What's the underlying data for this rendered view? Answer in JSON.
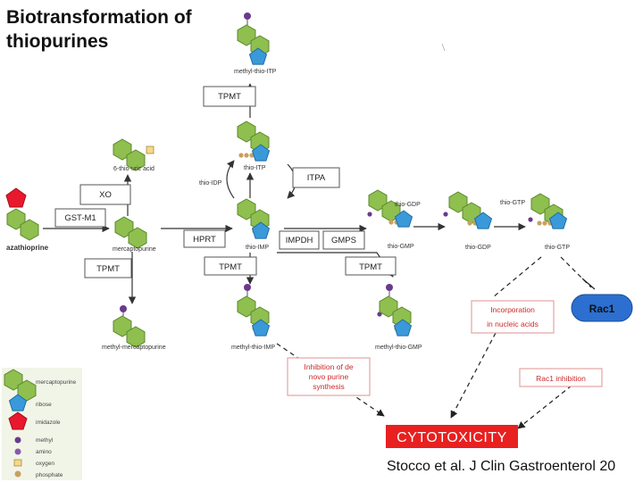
{
  "title": {
    "line1": "Biotransformation of",
    "line2": "thiopurines"
  },
  "citation": "Stocco et al. J Clin Gastroenterol 20",
  "molecules": {
    "methyl_thio_itp": "methyl-thio-ITP",
    "thio_itp": "thio-ITP",
    "thio_idp": "thio-IDP",
    "six_thio_uric_acid": "6-thio-uric acid",
    "azathioprine": "azathioprine",
    "mercaptopurine": "mercaptopurine",
    "thio_imp": "thio-IMP",
    "thio_gmp": "thio-GMP",
    "thio_gdp_top": "thio-GDP",
    "thio_gdp_bottom": "thio-GDP",
    "thio_gtp_top": "thio-GTP",
    "thio_gtp_bottom": "thio-GTP",
    "methyl_mercaptopurine": "methyl-mercaptopurine",
    "methyl_thio_imp": "methyl-thio-IMP",
    "methyl_thio_gmp": "methyl-thio-GMP"
  },
  "enzymes": {
    "tpmt_top": "TPMT",
    "itpa": "ITPA",
    "xo": "XO",
    "gst_m1": "GST-M1",
    "hprt": "HPRT",
    "impdh": "IMPDH",
    "gmps": "GMPS",
    "tpmt_left": "TPMT",
    "tpmt_mid": "TPMT",
    "tpmt_right": "TPMT"
  },
  "effects": {
    "incorporation_line1": "Incorporation",
    "incorporation_line2": "in nucleic acids",
    "rac1": "Rac1",
    "rac1_inhibition": "Rac1 inhibition",
    "inhibition_line1": "Inhibition of de",
    "inhibition_line2": "novo purine",
    "inhibition_line3": "synthesis",
    "cytotoxicity": "CYTOTOXICITY"
  },
  "legend": {
    "mercaptopurine": "mercaptopurine",
    "ribose": "ribose",
    "imidazole": "imidazole",
    "methyl": "methyl",
    "amino": "amino",
    "oxygen": "oxygen",
    "phosphate": "phosphate"
  },
  "colors": {
    "purine_green": "#8fbf4f",
    "ribose_blue": "#3a9ad9",
    "imidazole_red": "#e8192c",
    "methyl_purple": "#6a3a8c",
    "phosphate_tan": "#c8a060",
    "cytotoxicity_red": "#e82020",
    "rac1_blue": "#2c6fd0"
  }
}
